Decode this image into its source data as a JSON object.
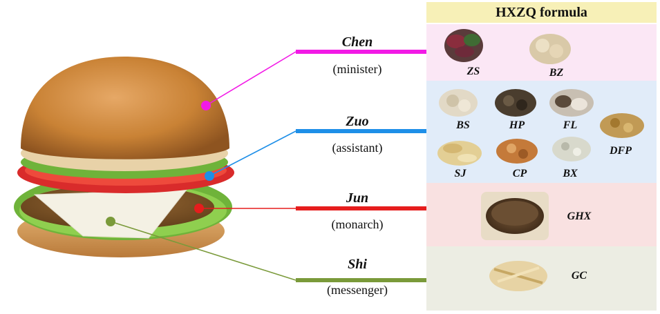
{
  "formula": {
    "title": "HXZQ formula"
  },
  "colors": {
    "chen": "#f21ae6",
    "zuo": "#1e8fe8",
    "jun": "#e61d1d",
    "shi": "#7a9a3a",
    "panel_title_bg": "#f7f0b7",
    "chen_bg": "#fbe7f5",
    "zuo_bg": "#e1ecf9",
    "jun_bg": "#f9e1e1",
    "shi_bg": "#ecede3"
  },
  "roles": [
    {
      "key": "chen",
      "name": "Chen",
      "desc": "(minister)"
    },
    {
      "key": "zuo",
      "name": "Zuo",
      "desc": "(assistant)"
    },
    {
      "key": "jun",
      "name": "Jun",
      "desc": "(monarch)"
    },
    {
      "key": "shi",
      "name": "Shi",
      "desc": "(messenger)"
    }
  ],
  "herbs": {
    "chen": [
      "ZS",
      "BZ"
    ],
    "zuo": [
      "BS",
      "HP",
      "FL",
      "SJ",
      "CP",
      "BX",
      "DFP"
    ],
    "jun": [
      "GHX"
    ],
    "shi": [
      "GC"
    ]
  }
}
